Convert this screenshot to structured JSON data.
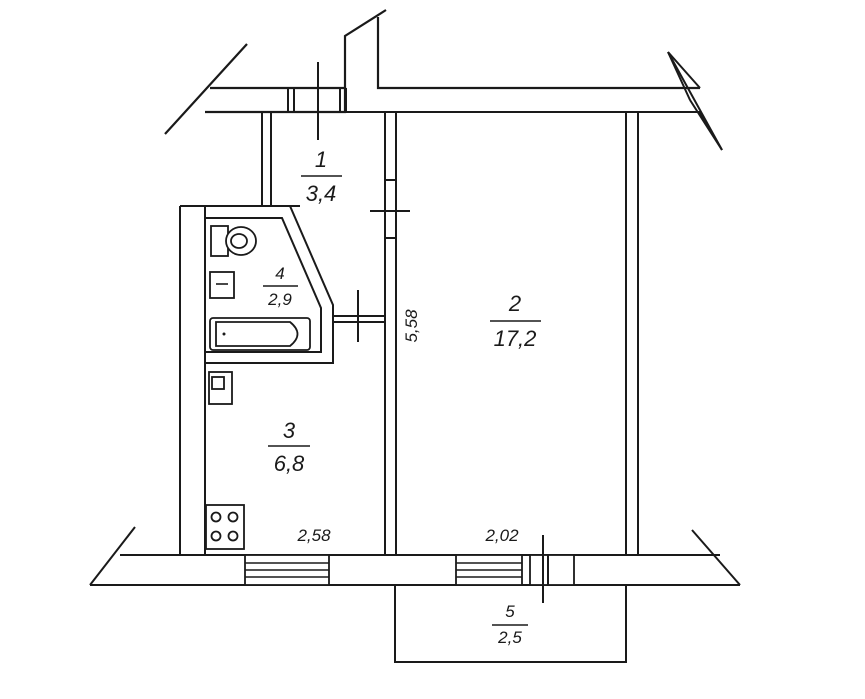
{
  "rooms": [
    {
      "number": "1",
      "area": "3,4"
    },
    {
      "number": "2",
      "area": "17,2"
    },
    {
      "number": "3",
      "area": "6,8"
    },
    {
      "number": "4",
      "area": "2,9"
    },
    {
      "number": "5",
      "area": "2,5"
    }
  ],
  "dimensions": {
    "kitchen_window_width": "2,58",
    "room_window_width": "2,02",
    "partition_length": "5,58"
  }
}
